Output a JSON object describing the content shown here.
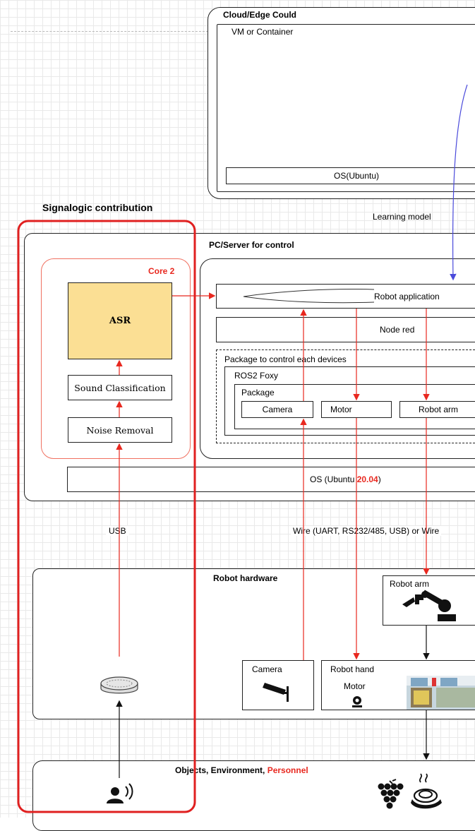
{
  "colors": {
    "red": "#e8281f",
    "blue": "#4a4adb",
    "asr_fill": "#fbdf94",
    "grid": "#e9e9e9"
  },
  "cloud": {
    "title": "Cloud/Edge Could",
    "vm": "VM or Container",
    "os": "OS(Ubuntu)"
  },
  "learning_model": "Learning model",
  "signalogic": {
    "title": "Signalogic contribution"
  },
  "pc": {
    "title": "PC/Server for control",
    "core": "Core 2",
    "asr": "ASR",
    "sound_classification": "Sound Classification",
    "noise_removal": "Noise Removal",
    "robot_application": "Robot application",
    "node_red": "Node red",
    "package_group": "Package to control each devices",
    "ros2": "ROS2 Foxy",
    "package": "Package",
    "camera": "Camera",
    "motor": "Motor",
    "robot_arm": "Robot arm",
    "os_prefix": "OS (Ubuntu ",
    "os_version": "20.04",
    "os_suffix": ")"
  },
  "links": {
    "usb": "USB",
    "wire": "Wire (UART, RS232/485, USB) or Wire"
  },
  "hardware": {
    "title": "Robot hardware",
    "robot_arm": "Robot arm",
    "camera": "Camera",
    "robot_hand": "Robot hand",
    "motor": "Motor"
  },
  "objects": {
    "prefix": "Objects, Environment, ",
    "personnel": "Personnel"
  },
  "icons": [
    "robot-arm-icon",
    "security-camera-icon",
    "motor-icon",
    "gripper-photo-icon",
    "smart-speaker-icon",
    "person-speaking-icon",
    "grapes-icon",
    "food-plate-icon"
  ]
}
